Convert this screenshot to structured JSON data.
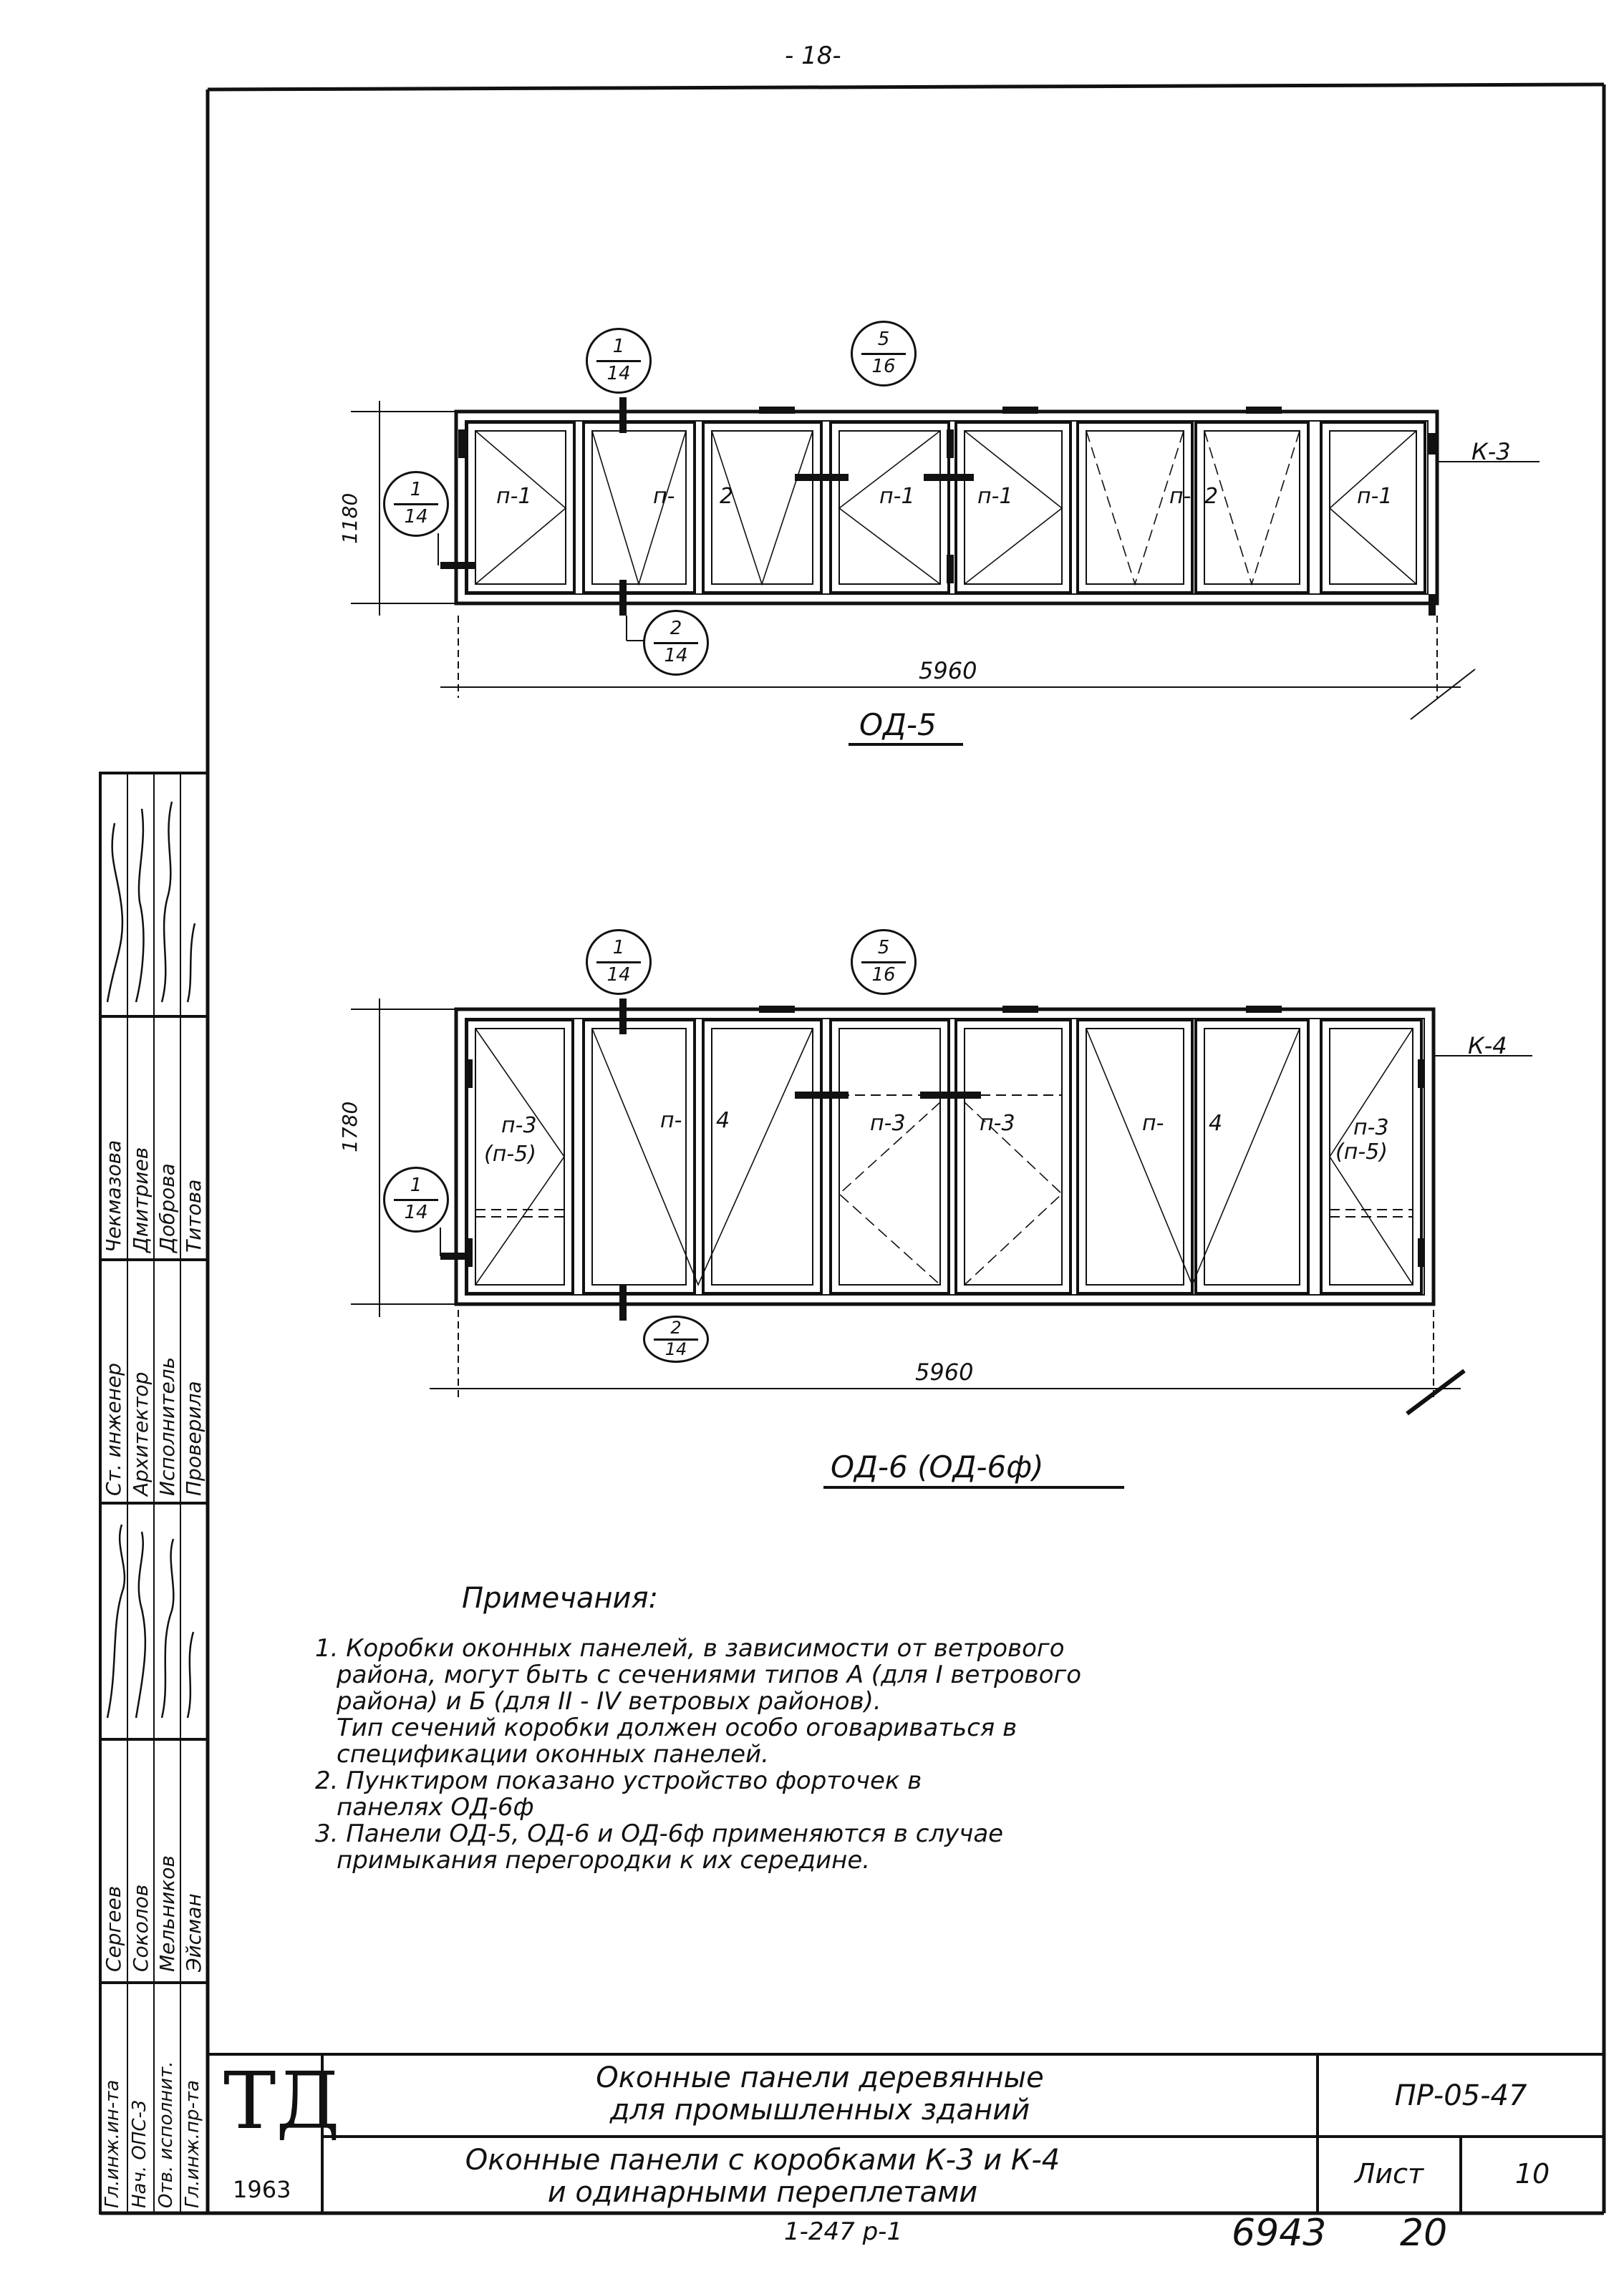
{
  "page_number": "- 18-",
  "drawing_od5": {
    "title": "ОД-5",
    "box_label": "К-3",
    "height_dim": "1180",
    "width_dim": "5960",
    "panel_labels": [
      "п-1",
      "п-",
      "2",
      "п-1",
      "п-1",
      "п-",
      "2",
      "п-1"
    ],
    "callouts": [
      {
        "num": "1",
        "den": "14"
      },
      {
        "num": "5",
        "den": "16"
      },
      {
        "num": "1",
        "den": "14"
      },
      {
        "num": "2",
        "den": "14"
      }
    ]
  },
  "drawing_od6": {
    "title": "ОД-6 (ОД-6ф)",
    "box_label": "К-4",
    "height_dim": "1780",
    "width_dim": "5960",
    "panel_labels": [
      "п-3",
      "(п-5)",
      "п-",
      "4",
      "п-3",
      "п-3",
      "п-",
      "4",
      "п-3",
      "(п-5)"
    ],
    "callouts": [
      {
        "num": "1",
        "den": "14"
      },
      {
        "num": "5",
        "den": "16"
      },
      {
        "num": "1",
        "den": "14"
      },
      {
        "num": "2",
        "den": "14"
      }
    ]
  },
  "notes": {
    "heading": "Примечания:",
    "lines": [
      "1. Коробки оконных панелей, в зависимости от ветрового",
      "района, могут быть с сечениями типов А (для I ветрового",
      "района) и Б (для II - IV ветровых районов).",
      "Тип сечений коробки должен особо оговариваться в",
      "спецификации оконных панелей.",
      "2. Пунктиром показано устройство форточек в",
      "панелях ОД-6ф",
      "3. Панели ОД-5, ОД-6 и ОД-6ф применяются в случае",
      "примыкания перегородки к их середине."
    ]
  },
  "signature_table": {
    "roles_col1": [
      "Гл.инж.ин-та",
      "Нач. ОПС-3",
      "Отв. исполнит.",
      "Гл.инж.пр-та"
    ],
    "names_col1": [
      "Сергеев",
      "Соколов",
      "Мельников",
      "Эйсман"
    ],
    "roles_col2": [
      "Ст. инженер",
      "Архитектор",
      "Исполнитель",
      "Проверила"
    ],
    "names_col2": [
      "Чекмазова",
      "Дмитриев",
      "Доброва",
      "Титова"
    ]
  },
  "title_block": {
    "logo": "ТД",
    "year": "1963",
    "title_line1": "Оконные панели деревянные",
    "title_line2": "для промышленных зданий",
    "subtitle_line1": "Оконные панели с коробками К-3 и К-4",
    "subtitle_line2": "и одинарными переплетами",
    "code": "ПР-05-47",
    "sheet_label": "Лист",
    "sheet_number": "10"
  },
  "footer": {
    "series": "1-247 р-1",
    "number1": "6943",
    "number2": "20"
  }
}
